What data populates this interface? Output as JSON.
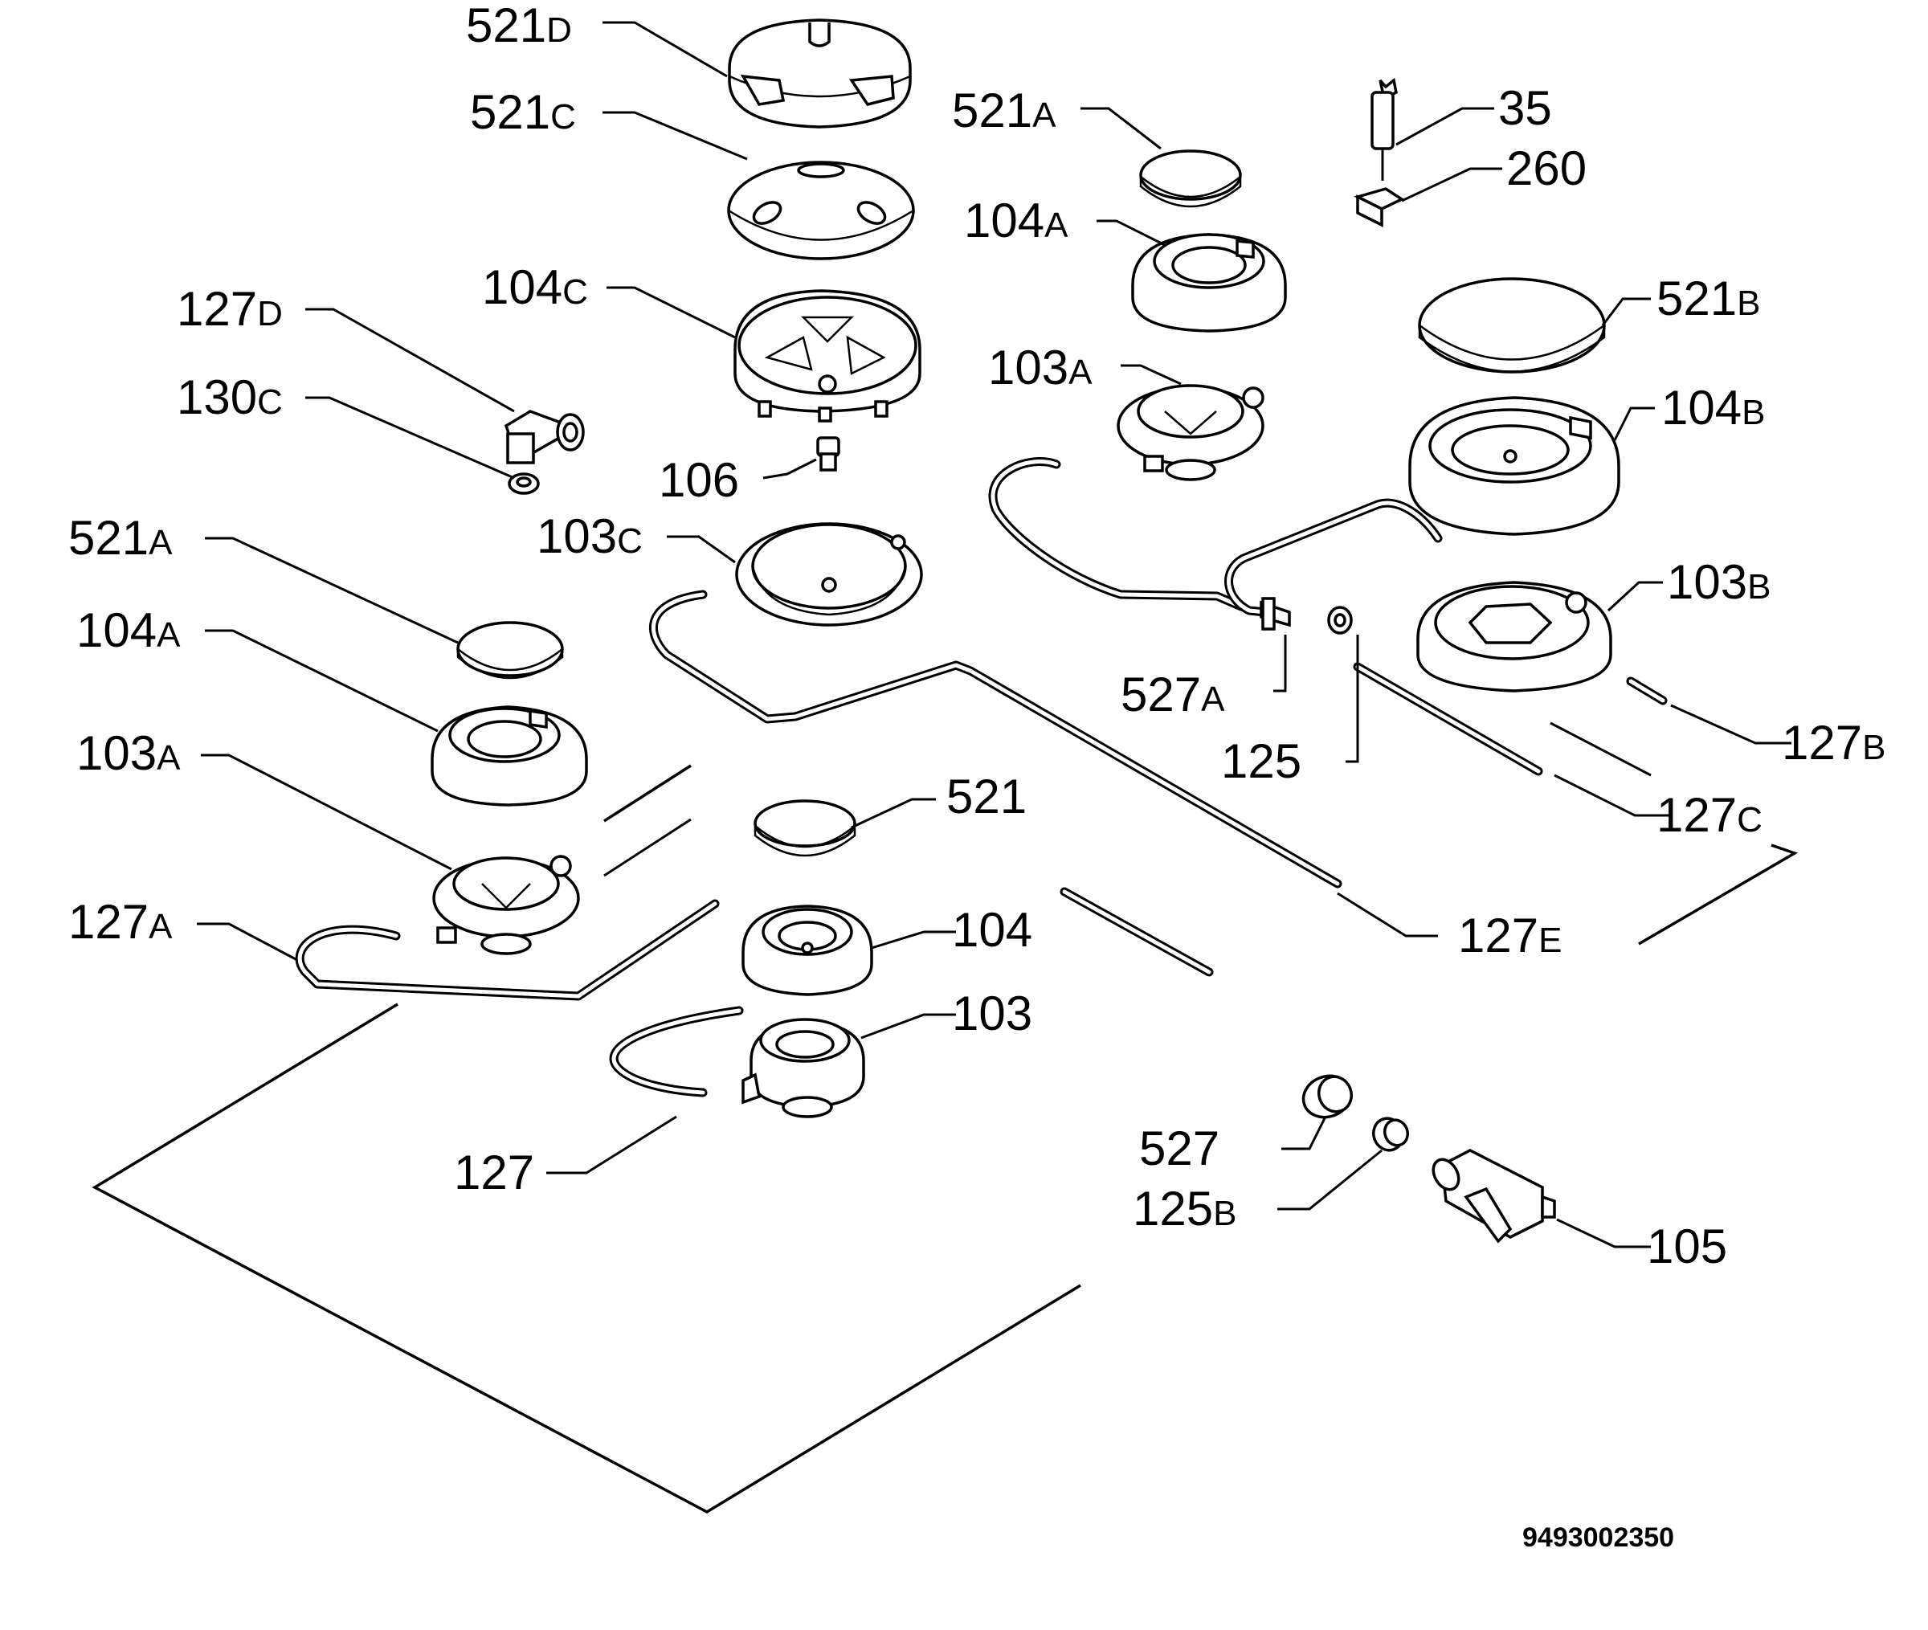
{
  "drawing_number": "9493002350",
  "labels": [
    {
      "id": "521D-top",
      "main": "521",
      "suffix": "D"
    },
    {
      "id": "521C-top",
      "main": "521",
      "suffix": "C"
    },
    {
      "id": "521A-rt",
      "main": "521",
      "suffix": "A"
    },
    {
      "id": "35",
      "main": "35",
      "suffix": ""
    },
    {
      "id": "260",
      "main": "260",
      "suffix": ""
    },
    {
      "id": "104A-rt",
      "main": "104",
      "suffix": "A"
    },
    {
      "id": "104C",
      "main": "104",
      "suffix": "C"
    },
    {
      "id": "127D",
      "main": "127",
      "suffix": "D"
    },
    {
      "id": "521B",
      "main": "521",
      "suffix": "B"
    },
    {
      "id": "130C",
      "main": "130",
      "suffix": "C"
    },
    {
      "id": "103A-rt",
      "main": "103",
      "suffix": "A"
    },
    {
      "id": "104B",
      "main": "104",
      "suffix": "B"
    },
    {
      "id": "106",
      "main": "106",
      "suffix": ""
    },
    {
      "id": "521A-lt",
      "main": "521",
      "suffix": "A"
    },
    {
      "id": "103C",
      "main": "103",
      "suffix": "C"
    },
    {
      "id": "103B",
      "main": "103",
      "suffix": "B"
    },
    {
      "id": "104A-lt",
      "main": "104",
      "suffix": "A"
    },
    {
      "id": "527A",
      "main": "527",
      "suffix": "A"
    },
    {
      "id": "127B",
      "main": "127",
      "suffix": "B"
    },
    {
      "id": "103A-lt",
      "main": "103",
      "suffix": "A"
    },
    {
      "id": "125",
      "main": "125",
      "suffix": ""
    },
    {
      "id": "127C",
      "main": "127",
      "suffix": "C"
    },
    {
      "id": "521",
      "main": "521",
      "suffix": ""
    },
    {
      "id": "127A",
      "main": "127",
      "suffix": "A"
    },
    {
      "id": "104",
      "main": "104",
      "suffix": ""
    },
    {
      "id": "127E",
      "main": "127",
      "suffix": "E"
    },
    {
      "id": "103",
      "main": "103",
      "suffix": ""
    },
    {
      "id": "527",
      "main": "527",
      "suffix": ""
    },
    {
      "id": "127",
      "main": "127",
      "suffix": ""
    },
    {
      "id": "125B",
      "main": "125",
      "suffix": "B"
    },
    {
      "id": "105",
      "main": "105",
      "suffix": ""
    }
  ]
}
